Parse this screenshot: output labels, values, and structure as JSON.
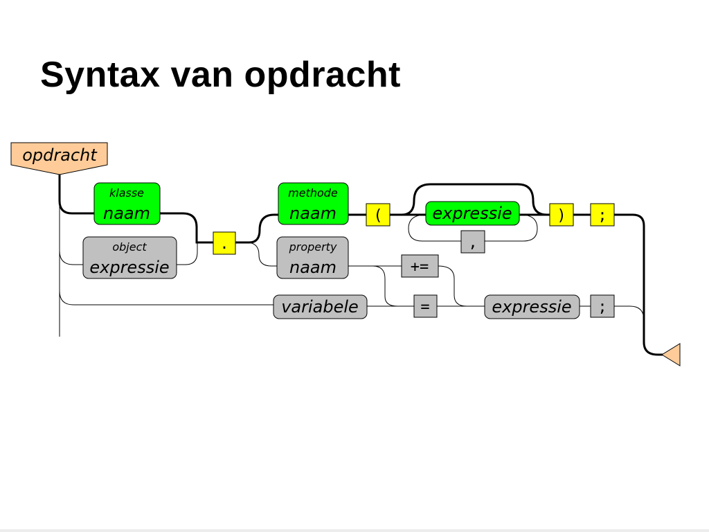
{
  "title": "Syntax van opdracht",
  "start": {
    "label": "opdracht"
  },
  "nodes": {
    "klasse_naam": {
      "small": "klasse",
      "big": "naam"
    },
    "object_expressie": {
      "small": "object",
      "big": "expressie"
    },
    "dot": ".",
    "methode_naam": {
      "small": "methode",
      "big": "naam"
    },
    "property_naam": {
      "small": "property",
      "big": "naam"
    },
    "open_paren": "(",
    "arg_expressie": "expressie",
    "close_paren": ")",
    "semicolon_1": ";",
    "comma": ",",
    "plus_assign": "+=",
    "variabele": "variabele",
    "assign": "=",
    "value_expressie": "expressie",
    "semicolon_2": ";"
  },
  "colors": {
    "start_fill": "#ffcc99",
    "terminal_fill": "#ffff00",
    "green_fill": "#00ff00",
    "gray_fill": "#c0c0c0"
  }
}
